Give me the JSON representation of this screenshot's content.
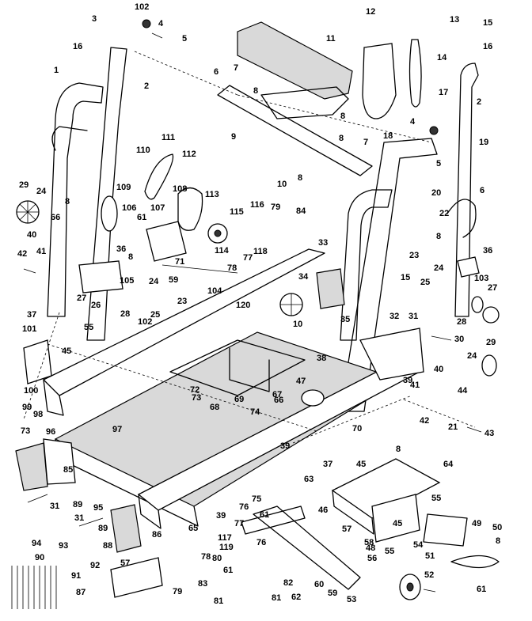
{
  "diagram": {
    "labels": [
      "102",
      "3",
      "4",
      "5",
      "16",
      "1",
      "2",
      "12",
      "11",
      "13",
      "15",
      "14",
      "16",
      "6",
      "7",
      "8",
      "8",
      "8",
      "9",
      "10",
      "8",
      "7",
      "4",
      "18",
      "17",
      "2",
      "19",
      "5",
      "111",
      "112",
      "110",
      "109",
      "108",
      "113",
      "106",
      "107",
      "61",
      "115",
      "116",
      "79",
      "84",
      "29",
      "24",
      "40",
      "66",
      "8",
      "36",
      "8",
      "71",
      "114",
      "77",
      "78",
      "118",
      "33",
      "42",
      "41",
      "105",
      "59",
      "104",
      "24",
      "27",
      "26",
      "28",
      "25",
      "102",
      "23",
      "120",
      "34",
      "35",
      "20",
      "6",
      "22",
      "8",
      "36",
      "23",
      "15",
      "24",
      "25",
      "103",
      "27",
      "28",
      "37",
      "101",
      "55",
      "45",
      "10",
      "32",
      "31",
      "30",
      "29",
      "40",
      "24",
      "38",
      "100",
      "99",
      "98",
      "73",
      "72",
      "69",
      "67",
      "47",
      "66",
      "39",
      "41",
      "44",
      "42",
      "43",
      "21",
      "8",
      "70",
      "68",
      "74",
      "97",
      "73",
      "96",
      "85",
      "39",
      "37",
      "45",
      "64",
      "63",
      "46",
      "55",
      "31",
      "89",
      "95",
      "31",
      "89",
      "88",
      "86",
      "65",
      "39",
      "76",
      "75",
      "61",
      "58",
      "45",
      "48",
      "49",
      "50",
      "8",
      "94",
      "93",
      "90",
      "92",
      "91",
      "87",
      "57",
      "79",
      "77",
      "117",
      "119",
      "76",
      "78",
      "80",
      "61",
      "83",
      "81",
      "81",
      "82",
      "62",
      "57",
      "56",
      "55",
      "54",
      "51",
      "61",
      "60",
      "59",
      "53",
      "52"
    ]
  }
}
